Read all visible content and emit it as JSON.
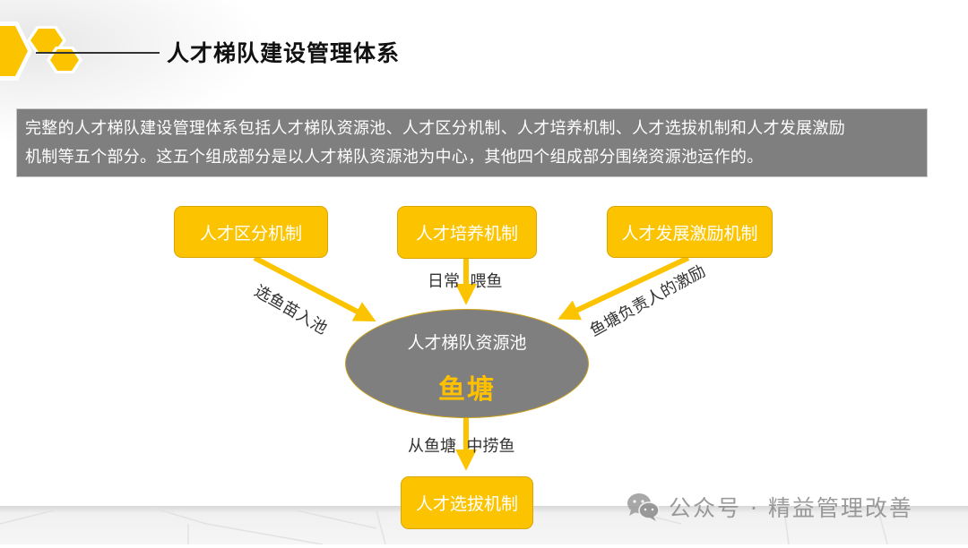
{
  "header": {
    "title": "人才梯队建设管理体系",
    "decor_icon": "honeycomb-hexagons-icon"
  },
  "description": {
    "lines": [
      "完整的人才梯队建设管理体系包括人才梯队资源池、人才区分机制、人才培养机制、人才选拔机制和人才发展激励",
      "机制等五个部分。这五个组成部分是以人才梯队资源池为中心，其他四个组成部分围绕资源池运作的。"
    ]
  },
  "diagram": {
    "center": {
      "title": "人才梯队资源池",
      "subtitle": "鱼塘"
    },
    "nodes": {
      "differentiation": "人才区分机制",
      "training": "人才培养机制",
      "incentive": "人才发展激励机制",
      "selection": "人才选拔机制"
    },
    "edges": {
      "differentiation_to_center": "选鱼苗入池",
      "training_to_center": "日常  喂鱼",
      "incentive_to_center": "鱼塘负责人的激励",
      "center_to_selection": "从鱼塘  中捞鱼"
    }
  },
  "colors": {
    "accent": "#fcc400",
    "pond": "#7f7f7f",
    "pond_subtitle": "#ffc000",
    "desc_bg": "#7f7f7f"
  },
  "watermark": {
    "icon": "wechat-icon",
    "text": "公众号 · 精益管理改善"
  }
}
